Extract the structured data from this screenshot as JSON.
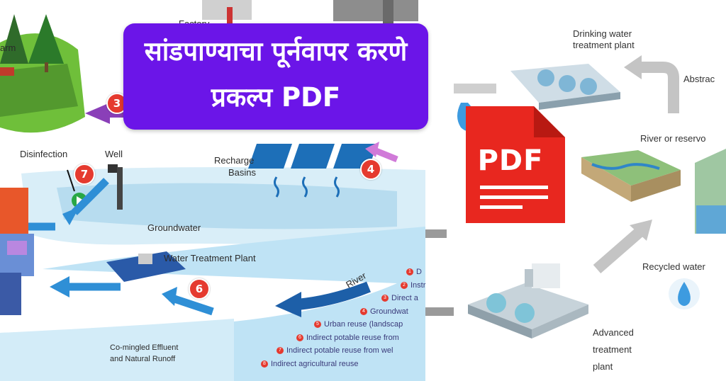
{
  "title": {
    "line1": "सांडपाण्याचा पूर्नवापर करणे",
    "line2": "प्रकल्प PDF"
  },
  "pdf_badge": {
    "text": "PDF"
  },
  "left_diagram": {
    "labels": {
      "farm": "arm",
      "factory": "Factory",
      "disinfection": "Disinfection",
      "well": "Well",
      "recharge_line1": "Recharge",
      "recharge_line2": "Basins",
      "groundwater": "Groundwater",
      "water_treatment_plant": "Water Treatment Plant",
      "river": "River",
      "effluent_line1": "Co-mingled Effluent",
      "effluent_line2": "and Natural Runoff"
    },
    "step_numbers": [
      "3",
      "4",
      "6",
      "7"
    ],
    "legend": [
      {
        "n": "1",
        "text": "D"
      },
      {
        "n": "2",
        "text": "Instr"
      },
      {
        "n": "3",
        "text": "Direct a"
      },
      {
        "n": "4",
        "text": "Groundwat"
      },
      {
        "n": "5",
        "text": "Urban reuse (landscap"
      },
      {
        "n": "6",
        "text": "Indirect potable reuse from"
      },
      {
        "n": "7",
        "text": "Indirect potable reuse from wel"
      },
      {
        "n": "8",
        "text": "Indirect agricultural reuse"
      }
    ]
  },
  "right_diagram": {
    "labels": {
      "drinking_line1": "Drinking water",
      "drinking_line2": "treatment plant",
      "abstraction": "Abstrac",
      "river_reservoir": "River or reservo",
      "recycled_water": "Recycled water",
      "advanced_line1": "Advanced",
      "advanced_line2": "treatment",
      "advanced_line3": "plant"
    }
  },
  "colors": {
    "title_bg": "#6b15e8",
    "pdf_red": "#e8271f",
    "step_red": "#e53a2f",
    "water_blue": "#bfe3f5",
    "arrow_blue": "#2f8fd6",
    "arrow_purple": "#8a3fb8",
    "arrow_pink": "#d07ad8",
    "arrow_grey": "#b5b5b5"
  }
}
